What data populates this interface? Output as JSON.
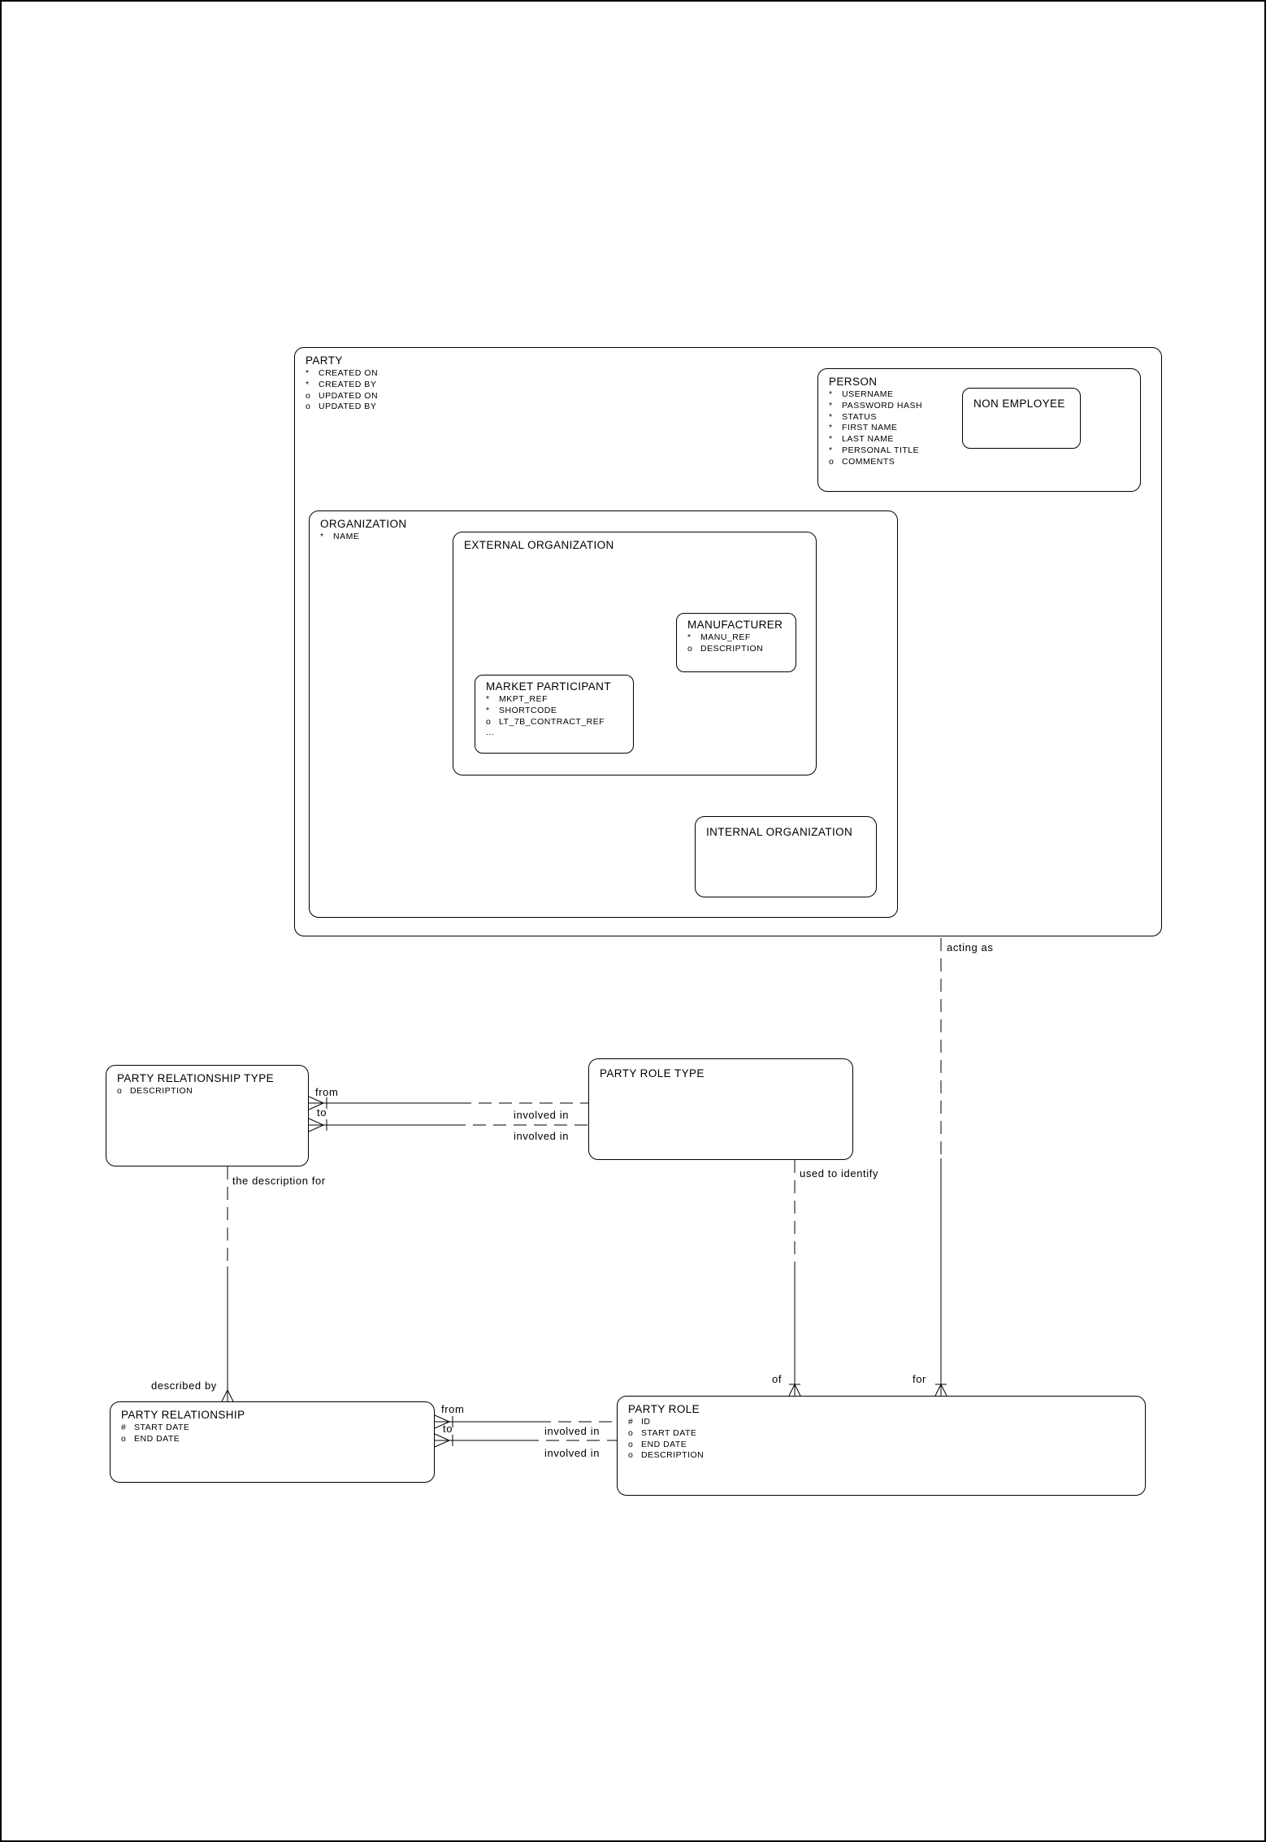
{
  "diagram": {
    "colors": {
      "line": "#000000",
      "background": "#ffffff"
    },
    "entities": {
      "party": {
        "title": "PARTY",
        "attributes": [
          [
            "*",
            "CREATED ON"
          ],
          [
            "*",
            "CREATED BY"
          ],
          [
            "o",
            "UPDATED ON"
          ],
          [
            "o",
            "UPDATED BY"
          ]
        ]
      },
      "person": {
        "title": "PERSON",
        "attributes": [
          [
            "*",
            "USERNAME"
          ],
          [
            "*",
            "PASSWORD HASH"
          ],
          [
            "*",
            "STATUS"
          ],
          [
            "*",
            "FIRST NAME"
          ],
          [
            "*",
            "LAST NAME"
          ],
          [
            "*",
            "PERSONAL TITLE"
          ],
          [
            "o",
            "COMMENTS"
          ]
        ]
      },
      "non_employee": {
        "title": "NON EMPLOYEE",
        "attributes": []
      },
      "organization": {
        "title": "ORGANIZATION",
        "attributes": [
          [
            "*",
            "NAME"
          ]
        ]
      },
      "external_organization": {
        "title": "EXTERNAL ORGANIZATION",
        "attributes": []
      },
      "manufacturer": {
        "title": "MANUFACTURER",
        "attributes": [
          [
            "*",
            "MANU_REF"
          ],
          [
            "o",
            "DESCRIPTION"
          ]
        ]
      },
      "market_participant": {
        "title": "MARKET PARTICIPANT",
        "attributes": [
          [
            "*",
            "MKPT_REF"
          ],
          [
            "*",
            "SHORTCODE"
          ],
          [
            "o",
            "LT_7B_CONTRACT_REF"
          ],
          [
            "...",
            ""
          ]
        ]
      },
      "internal_organization": {
        "title": "INTERNAL ORGANIZATION",
        "attributes": []
      },
      "party_relationship_type": {
        "title": "PARTY RELATIONSHIP TYPE",
        "attributes": [
          [
            "o",
            "DESCRIPTION"
          ]
        ]
      },
      "party_role_type": {
        "title": "PARTY ROLE TYPE",
        "attributes": []
      },
      "party_relationship": {
        "title": "PARTY RELATIONSHIP",
        "attributes": [
          [
            "#",
            "START DATE"
          ],
          [
            "o",
            "END DATE"
          ]
        ]
      },
      "party_role": {
        "title": "PARTY ROLE",
        "attributes": [
          [
            "#",
            "ID"
          ],
          [
            "o",
            "START DATE"
          ],
          [
            "o",
            "END DATE"
          ],
          [
            "o",
            "DESCRIPTION"
          ]
        ]
      }
    },
    "labels": {
      "acting_as": "acting as",
      "used_to_identify": "used to identify",
      "the_description_for": "the description for",
      "described_by": "described by",
      "of": "of",
      "for": "for",
      "prt_from": "from",
      "prt_to": "to",
      "prt_involved_in_top": "involved in",
      "prt_involved_in_bottom": "involved in",
      "pr_from": "from",
      "pr_to": "to",
      "pr_involved_in_top": "involved in",
      "pr_involved_in_bottom": "involved in"
    }
  }
}
